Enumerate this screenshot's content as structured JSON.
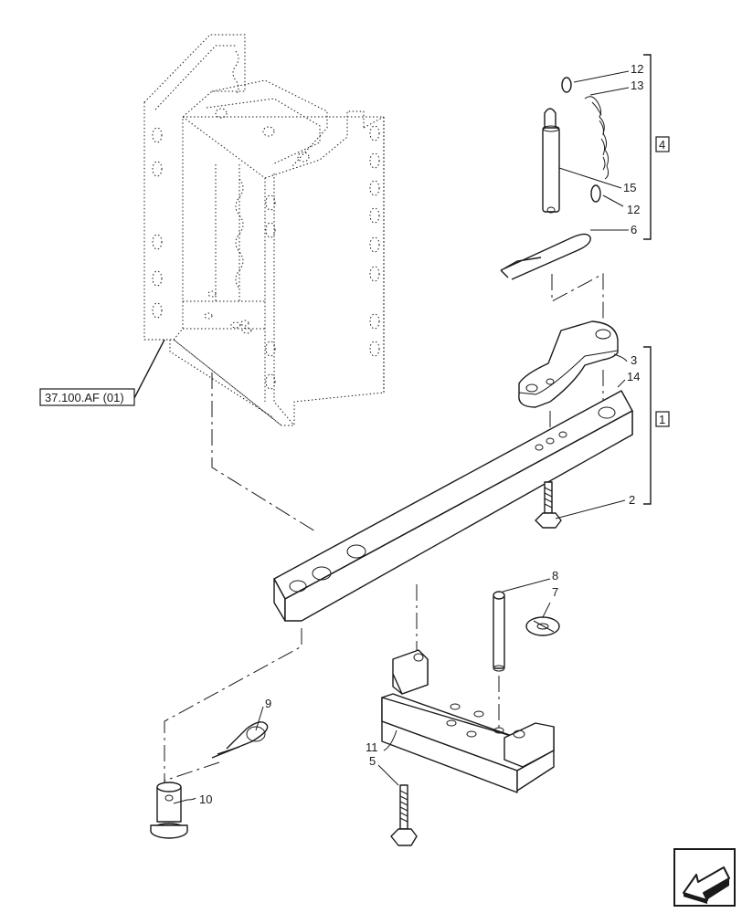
{
  "reference_label": "37.100.AF (01)",
  "callouts": {
    "c12a": "12",
    "c13": "13",
    "c15": "15",
    "c12b": "12",
    "c6": "6",
    "c3": "3",
    "c14": "14",
    "c2": "2",
    "c8": "8",
    "c7": "7",
    "c9": "9",
    "c10": "10",
    "c11": "11",
    "c5": "5"
  },
  "group_labels": {
    "g4": "4",
    "g1": "1"
  },
  "nav_icon": "arrow-left-down-icon"
}
